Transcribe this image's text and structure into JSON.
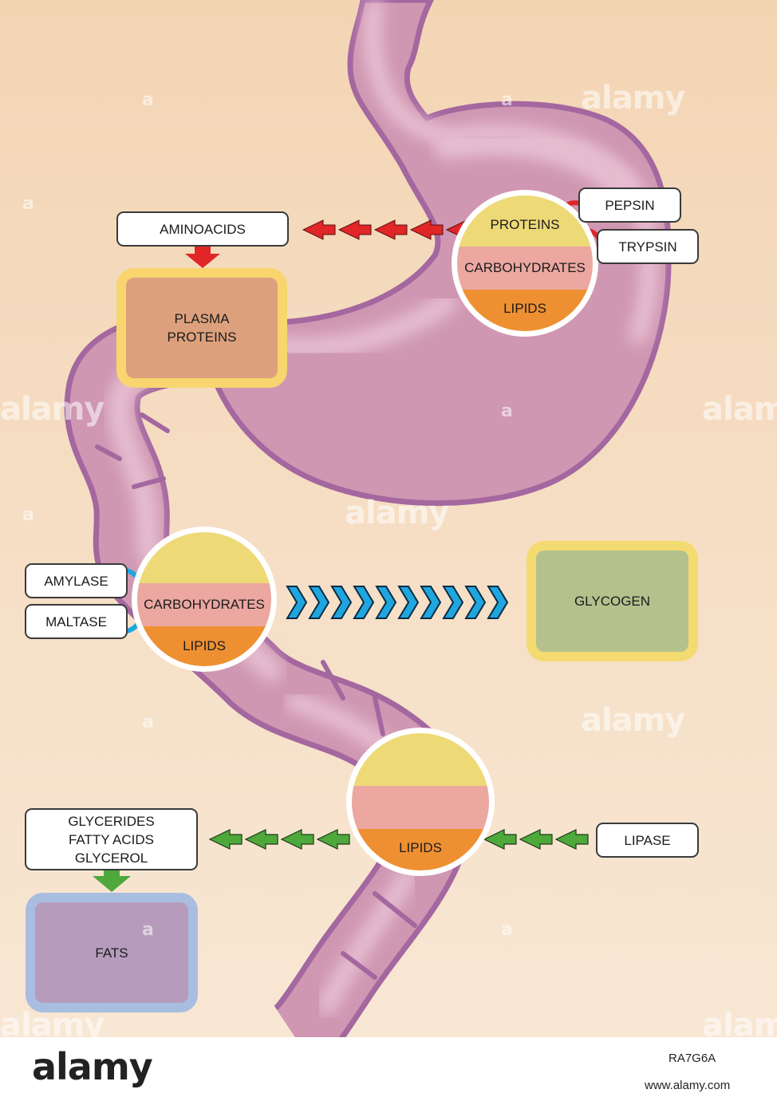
{
  "stomach": {
    "circle": {
      "top": "PROTEINS",
      "middle": "CARBOHYDRATES",
      "bottom": "LIPIDS"
    },
    "enzymes": [
      "PEPSIN",
      "TRYPSIN"
    ],
    "product": "AMINOACIDS",
    "destination": "PLASMA\nPROTEINS"
  },
  "intestine_mid": {
    "circle": {
      "top": "",
      "middle": "CARBOHYDRATES",
      "bottom": "LIPIDS"
    },
    "enzymes": [
      "AMYLASE",
      "MALTASE"
    ],
    "destination": "GLYCOGEN"
  },
  "intestine_low": {
    "circle": {
      "top": "",
      "middle": "",
      "bottom": "LIPIDS"
    },
    "enzyme": "LIPASE",
    "product": "GLYCERIDES\nFATTY ACIDS\nGLYCEROL",
    "destination": "FATS"
  },
  "watermark": {
    "text": "alamy",
    "mark": "a"
  },
  "footer": {
    "brand": "alamy",
    "image_code": "RA7G6A",
    "url": "www.alamy.com"
  },
  "colors": {
    "bg_top": "#f3d6b6",
    "bg_bottom": "#f8e6d2",
    "organ_fill": "#ce96b1",
    "organ_inner": "#e4b8cb",
    "organ_outline": "#a4679f",
    "protein_band": "#eed977",
    "carb_band": "#eba7a0",
    "lipid_band": "#ee9032",
    "red_arrow": "#e02626",
    "blue_arrow": "#21a6dd",
    "green_arrow": "#4ea83c",
    "plasma_box": "#dda07d",
    "plasma_border": "#f8d56e",
    "glycogen_box": "#b4c18d",
    "glycogen_border": "#f3db72",
    "fats_box": "#b79bbd",
    "fats_border": "#a9bde0"
  }
}
